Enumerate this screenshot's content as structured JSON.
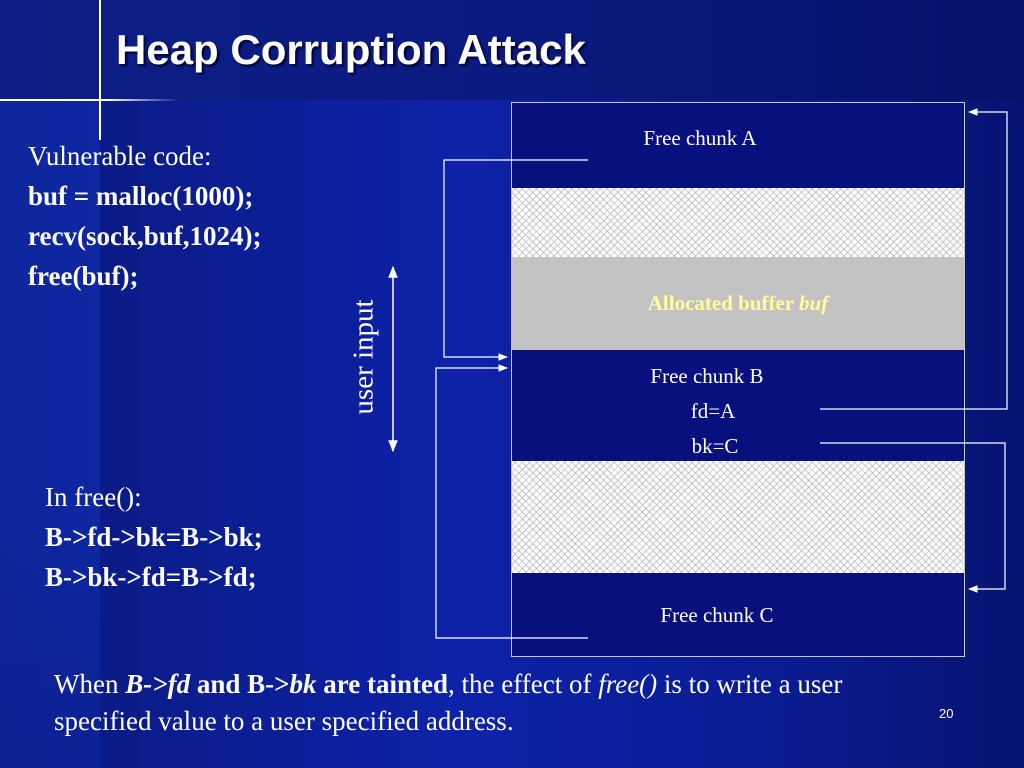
{
  "slide": {
    "title": "Heap Corruption Attack",
    "page_number": "20"
  },
  "vulnerable_code": {
    "heading": "Vulnerable code:",
    "lines": [
      "buf = malloc(1000);",
      "recv(sock,buf,1024);",
      "free(buf);"
    ]
  },
  "free_code": {
    "heading": "In free():",
    "lines": [
      "B->fd->bk=B->bk;",
      "B->bk->fd=B->fd;"
    ]
  },
  "user_input_label": "user input",
  "heap": {
    "chunk_a": "Free chunk A",
    "allocated_label": "Allocated buffer ",
    "allocated_var": "buf",
    "chunk_b": "Free chunk B",
    "fd": "fd=A",
    "bk": "bk=C",
    "chunk_c": "Free chunk C"
  },
  "conclusion": {
    "part1": "When ",
    "part2_italic": "B->fd",
    "part3_bold": " and B->",
    "part4_italic": "bk",
    "part5_bold": " are tainted",
    "part6": ", the effect of ",
    "part7_italic": "free()",
    "part8": " is to write a user specified value to a user specified address."
  },
  "colors": {
    "background": "#0d22a8",
    "allocated_fill": "#c3c3c3",
    "allocated_text": "#ffff99"
  }
}
